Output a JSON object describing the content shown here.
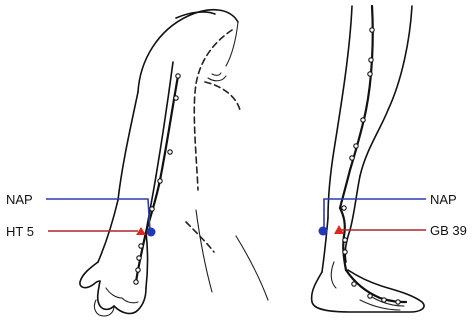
{
  "labels": {
    "left_top": "NAP",
    "left_bottom": "HT 5",
    "right_top": "NAP",
    "right_bottom": "GB 39"
  },
  "colors": {
    "nap_line": "#2b3bb0",
    "acupoint_line": "#b0262a",
    "nap_marker": "#2338b8",
    "acupoint_marker": "#e0251c",
    "ink": "#111111"
  },
  "markers": {
    "nap": "blue-circle",
    "acupoint": "red-triangle"
  }
}
